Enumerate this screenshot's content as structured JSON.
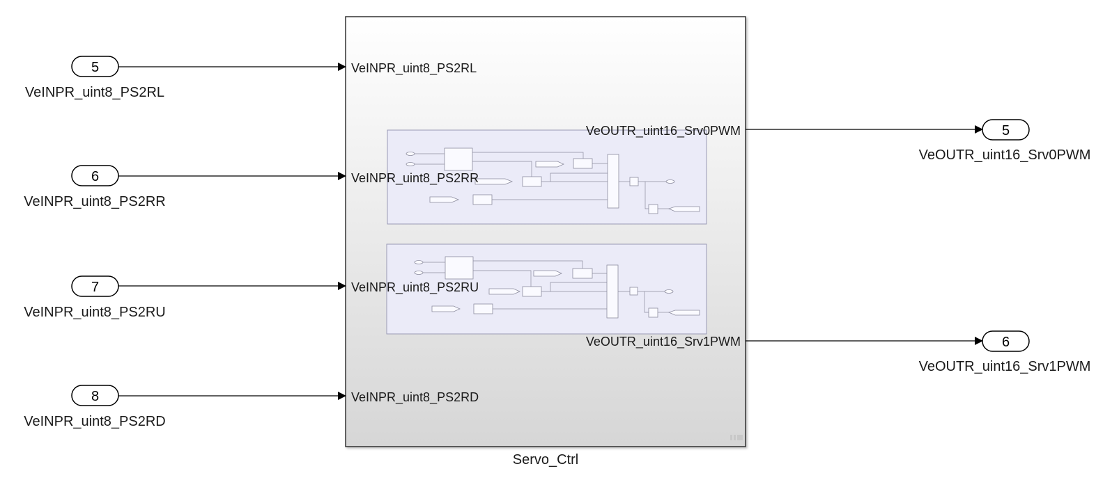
{
  "subsystem": {
    "name": "Servo_Ctrl"
  },
  "inports": [
    {
      "number": "5",
      "signal": "VeINPR_uint8_PS2RL",
      "port_label": "VeINPR_uint8_PS2RL"
    },
    {
      "number": "6",
      "signal": "VeINPR_uint8_PS2RR",
      "port_label": "VeINPR_uint8_PS2RR"
    },
    {
      "number": "7",
      "signal": "VeINPR_uint8_PS2RU",
      "port_label": "VeINPR_uint8_PS2RU"
    },
    {
      "number": "8",
      "signal": "VeINPR_uint8_PS2RD",
      "port_label": "VeINPR_uint8_PS2RD"
    }
  ],
  "outports": [
    {
      "number": "5",
      "signal": "VeOUTR_uint16_Srv0PWM",
      "port_label": "VeOUTR_uint16_Srv0PWM"
    },
    {
      "number": "6",
      "signal": "VeOUTR_uint16_Srv1PWM",
      "port_label": "VeOUTR_uint16_Srv1PWM"
    }
  ],
  "colors": {
    "block_border": "#333333",
    "block_top": "#ffffff",
    "block_bottom": "#d9d9d9",
    "thumb_fill": "#ebebf7",
    "thumb_border": "#a0a0b8",
    "line": "#000000"
  }
}
